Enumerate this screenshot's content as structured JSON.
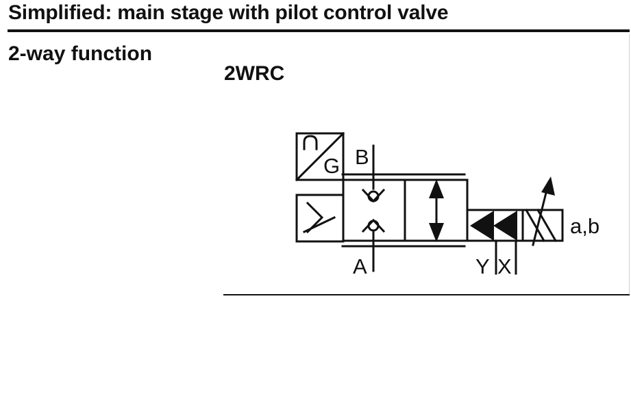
{
  "header": {
    "title": "Simplified: main stage with pilot control valve"
  },
  "section": {
    "heading": "2-way function"
  },
  "diagram": {
    "model": "2WRC",
    "ports": {
      "b": "B",
      "a": "A",
      "y": "Y",
      "x": "X"
    },
    "solenoid_label": "a,b",
    "sensor_label": "G",
    "colors": {
      "line": "#111111",
      "background": "#ffffff"
    }
  }
}
